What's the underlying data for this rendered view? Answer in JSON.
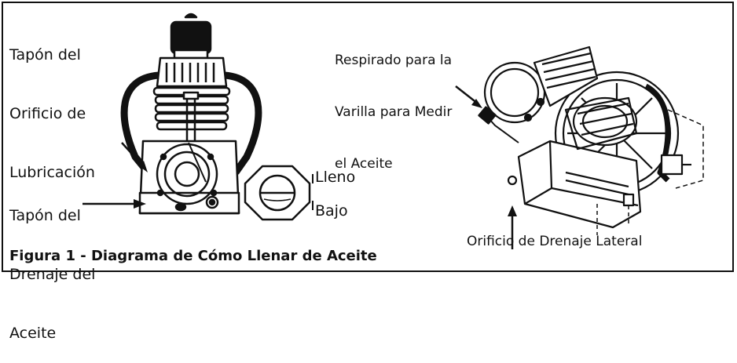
{
  "labels": {
    "fill_plug": [
      "Tapón del",
      "Orificio de",
      "Lubricación"
    ],
    "drain_plug": [
      "Tapón del",
      "Drenaje del",
      "Aceite"
    ],
    "full": "Lleno",
    "low": "Bajo",
    "breather": [
      "Respirado para la",
      "Varilla para Medir",
      "el Aceite"
    ],
    "side_drain": "Orificio de Drenaje Lateral"
  },
  "caption": "Figura 1 - Diagrama de Cómo Llenar de Aceite"
}
